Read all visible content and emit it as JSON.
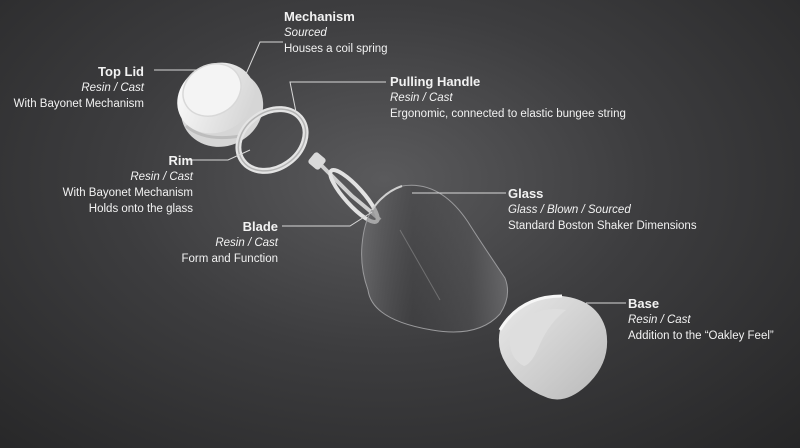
{
  "parts": {
    "mechanism": {
      "name": "Mechanism",
      "material": "Sourced",
      "desc": [
        "Houses a coil spring"
      ]
    },
    "top_lid": {
      "name": "Top Lid",
      "material": "Resin / Cast",
      "desc": [
        "With Bayonet Mechanism"
      ]
    },
    "pulling_handle": {
      "name": "Pulling Handle",
      "material": "Resin / Cast",
      "desc": [
        "Ergonomic, connected to elastic bungee string"
      ]
    },
    "rim": {
      "name": "Rim",
      "material": "Resin / Cast",
      "desc": [
        "With Bayonet Mechanism",
        "Holds onto the glass"
      ]
    },
    "glass": {
      "name": "Glass",
      "material": "Glass / Blown / Sourced",
      "desc": [
        "Standard Boston Shaker Dimensions"
      ]
    },
    "blade": {
      "name": "Blade",
      "material": "Resin / Cast",
      "desc": [
        "Form and Function"
      ]
    },
    "base": {
      "name": "Base",
      "material": "Resin / Cast",
      "desc": [
        "Addition to the “Oakley Feel”"
      ]
    }
  }
}
